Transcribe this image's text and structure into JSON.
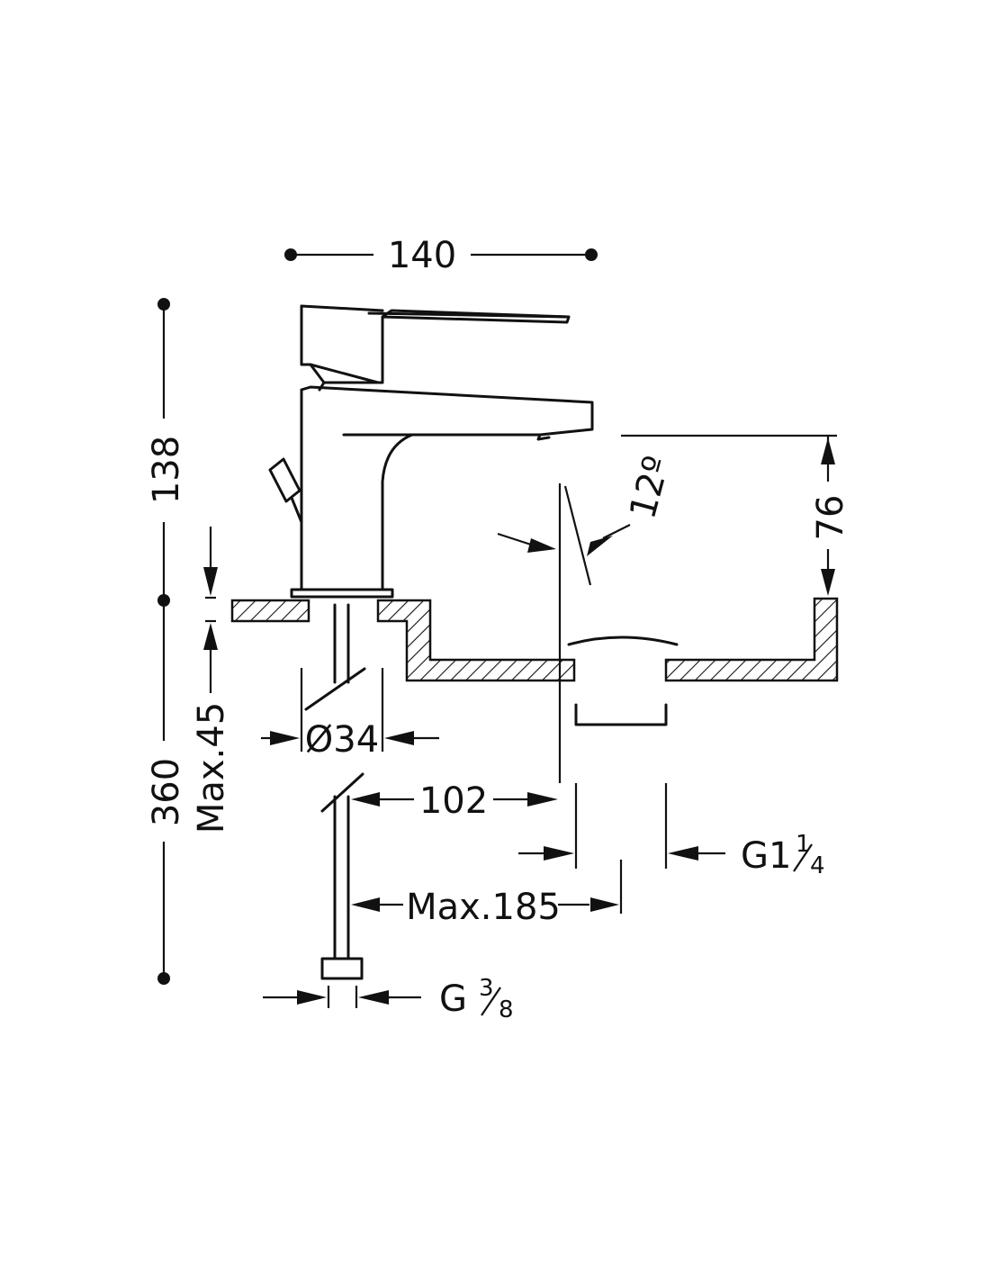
{
  "dimensions": {
    "width_140": "140",
    "height_138": "138",
    "height_360": "360",
    "max_45": "Max.45",
    "diameter_34": "Ø34",
    "offset_102": "102",
    "max_185": "Max.185",
    "height_76": "76",
    "angle_12": "12º",
    "waste_g": "G1",
    "waste_frac_num": "1",
    "waste_frac_den": "4",
    "inlet_g": "G",
    "inlet_frac_num": "3",
    "inlet_frac_den": "8"
  }
}
